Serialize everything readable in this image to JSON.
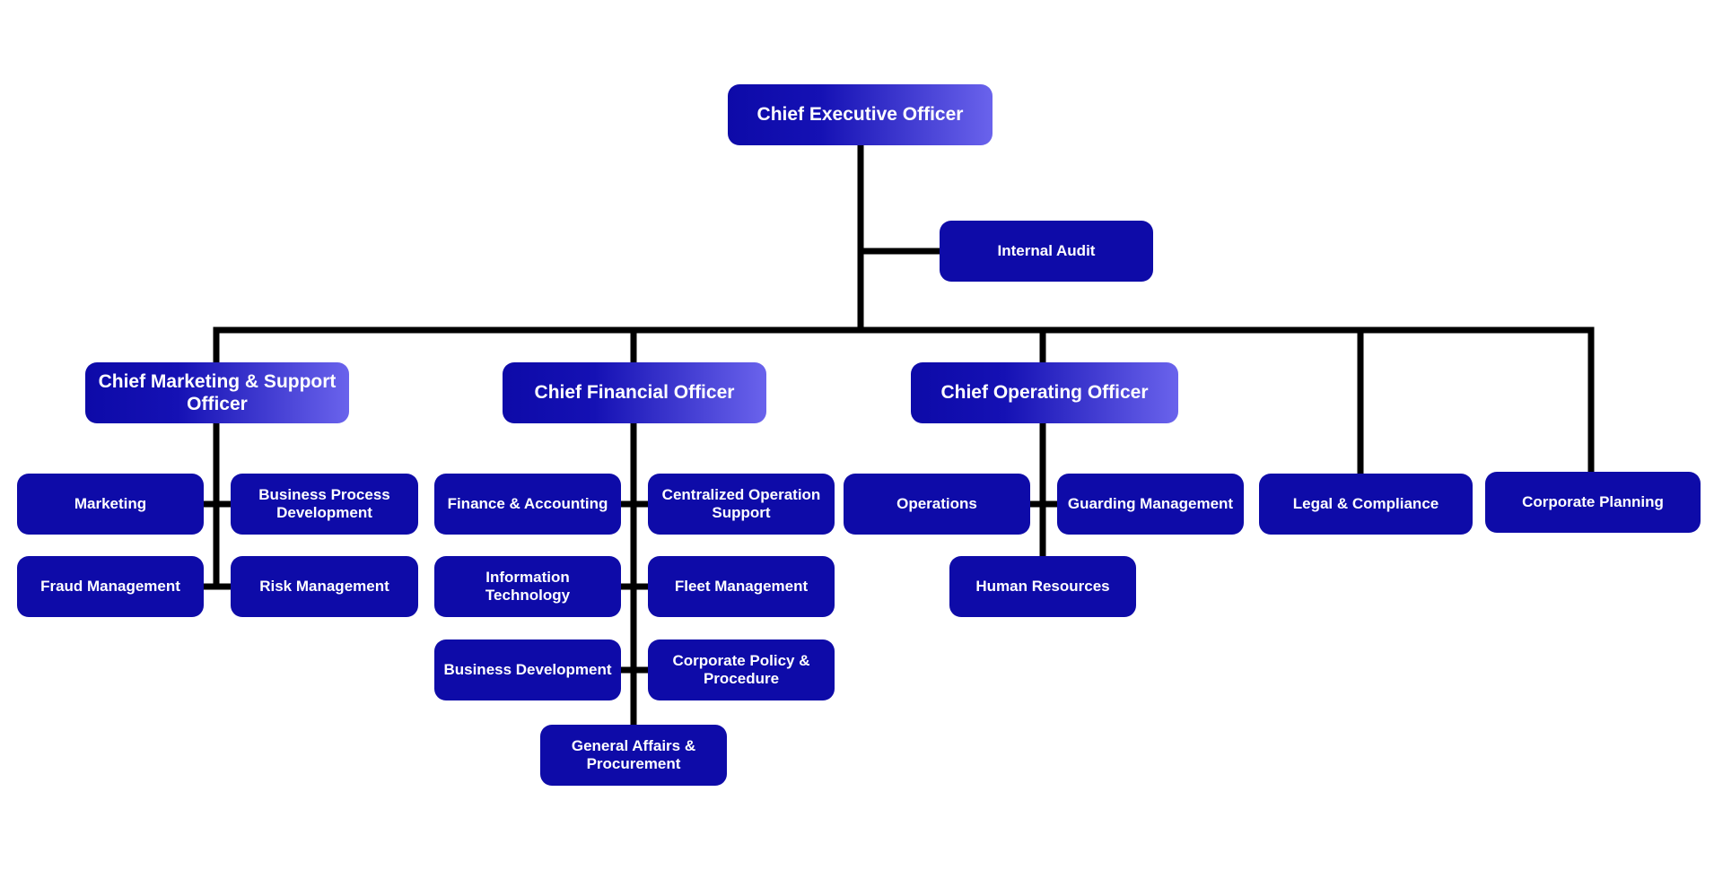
{
  "org_chart": {
    "colors": {
      "node_fill": "#0e0ba8",
      "gradient_start": "#0d0aa8",
      "gradient_end": "#6a63ec",
      "connector": "#000000",
      "text": "#ffffff"
    },
    "ceo": {
      "label": "Chief Executive Officer"
    },
    "internal_audit": {
      "label": "Internal Audit"
    },
    "cmso": {
      "label": "Chief Marketing & Support Officer",
      "units": [
        {
          "label": "Marketing"
        },
        {
          "label": "Business Process Development"
        },
        {
          "label": "Fraud Management"
        },
        {
          "label": "Risk Management"
        }
      ]
    },
    "cfo": {
      "label": "Chief Financial Officer",
      "units": [
        {
          "label": "Finance & Accounting"
        },
        {
          "label": "Centralized Operation Support"
        },
        {
          "label": "Information Technology"
        },
        {
          "label": "Fleet Management"
        },
        {
          "label": "Business Development"
        },
        {
          "label": "Corporate Policy & Procedure"
        },
        {
          "label": "General Affairs & Procurement"
        }
      ]
    },
    "coo": {
      "label": "Chief Operating Officer",
      "units": [
        {
          "label": "Operations"
        },
        {
          "label": "Guarding Management"
        },
        {
          "label": "Human Resources"
        }
      ]
    },
    "legal": {
      "label": "Legal & Compliance"
    },
    "planning": {
      "label": "Corporate Planning"
    }
  }
}
